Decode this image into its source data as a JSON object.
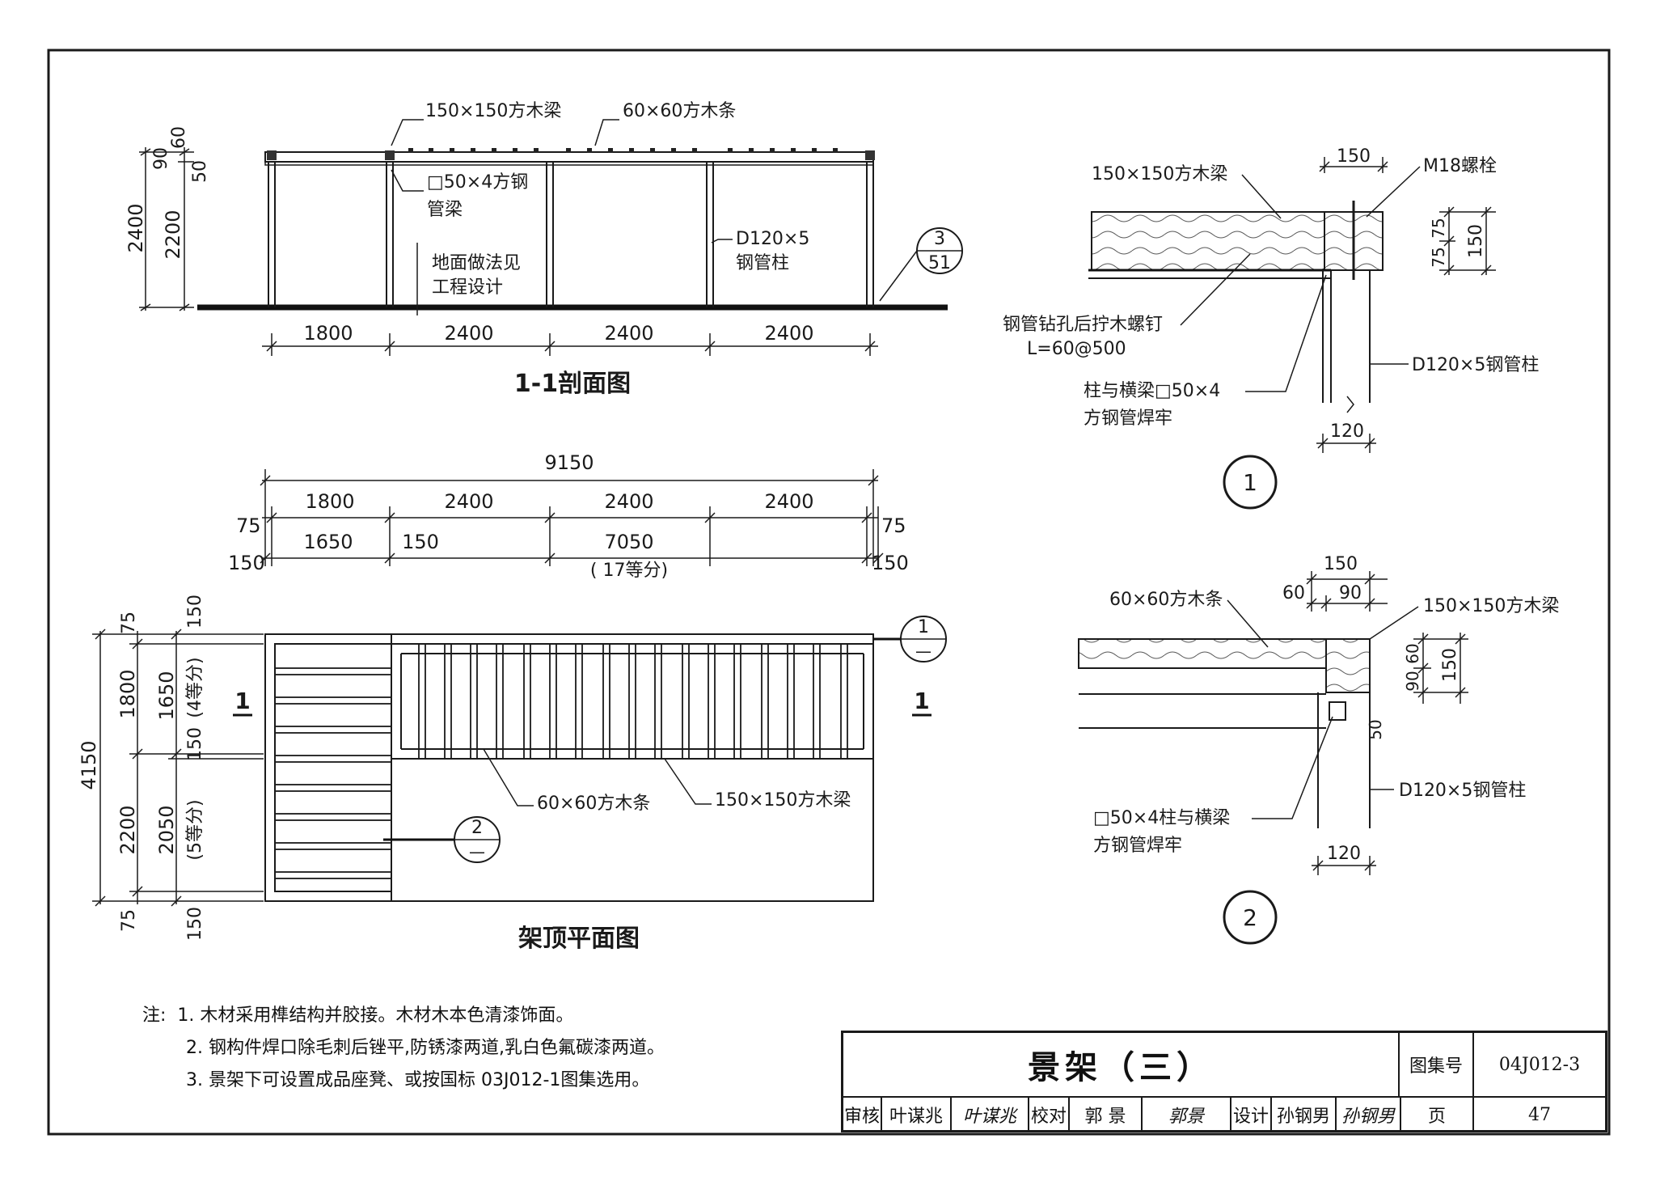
{
  "section": {
    "title": "1-1剖面图",
    "beam_label": "150×150方木梁",
    "strip_label": "60×60方木条",
    "steel_beam_line1": "□50×4方钢",
    "steel_beam_line2": "管梁",
    "ground_line1": "地面做法见",
    "ground_line2": "工程设计",
    "column_line1": "D120×5",
    "column_line2": "钢管柱",
    "ref_top": "3",
    "ref_bottom": "51",
    "dim_h_total": "2400",
    "dim_h_main": "2200",
    "dim_h_90": "90",
    "dim_h_60": "60",
    "dim_h_50": "50",
    "spans": [
      "1800",
      "2400",
      "2400",
      "2400"
    ]
  },
  "plan": {
    "title": "架顶平面图",
    "total": "9150",
    "spans": [
      "1800",
      "2400",
      "2400",
      "2400"
    ],
    "row2": [
      "1650",
      "150",
      "7050"
    ],
    "equal17": "( 17等分)",
    "edge_75": "75",
    "edge_150": "150",
    "cut_mark": "1",
    "ref1_top": "1",
    "ref1_bottom": "—",
    "ref2_top": "2",
    "ref2_bottom": "—",
    "strip_label": "60×60方木条",
    "beam_label": "150×150方木梁",
    "left_total": "4150",
    "left_1800": "1800",
    "left_2200": "2200",
    "left_1650": "1650",
    "left_4eq": "(4等分)",
    "left_2050": "2050",
    "left_5eq": "(5等分)",
    "left_150a": "150",
    "left_150b": "150",
    "left_150c": "150",
    "left_75a": "75",
    "left_75b": "75"
  },
  "detail1": {
    "number": "1",
    "beam_label": "150×150方木梁",
    "bolt_label": "M18螺栓",
    "dim_150_top": "150",
    "dim_75a": "75",
    "dim_75b": "75",
    "dim_150_side": "150",
    "screw_line1": "钢管钻孔后拧木螺钉",
    "screw_line2": "L=60@500",
    "weld_line1": "柱与横梁□50×4",
    "weld_line2": "方钢管焊牢",
    "column_label": "D120×5钢管柱",
    "dim_120": "120"
  },
  "detail2": {
    "number": "2",
    "strip_label": "60×60方木条",
    "beam_label": "150×150方木梁",
    "dim_150_top": "150",
    "dim_60": "60",
    "dim_90": "90",
    "dim_side_60": "60",
    "dim_side_90": "90",
    "dim_side_150": "150",
    "dim_side_50": "50",
    "weld_line1": "□50×4柱与横梁",
    "weld_line2": "方钢管焊牢",
    "column_label": "D120×5钢管柱",
    "dim_120": "120"
  },
  "notes": {
    "prefix": "注:",
    "n1": "1. 木材采用榫结构并胶接。木材木本色清漆饰面。",
    "n2": "2. 钢构件焊口除毛刺后锉平,防锈漆两道,乳白色氟碳漆两道。",
    "n3": "3. 景架下可设置成品座凳、或按国标 03J012-1图集选用。"
  },
  "title_block": {
    "title": "景架（三）",
    "atlas_label": "图集号",
    "atlas_no": "04J012-3",
    "page_label": "页",
    "page_no": "47",
    "review_label": "审核",
    "reviewer": "叶谋兆",
    "reviewer_sig": "叶谋兆",
    "check_label": "校对",
    "checker": "郭 景",
    "checker_sig": "郭景",
    "design_label": "设计",
    "designer": "孙钢男",
    "designer_sig": "孙钢男"
  }
}
